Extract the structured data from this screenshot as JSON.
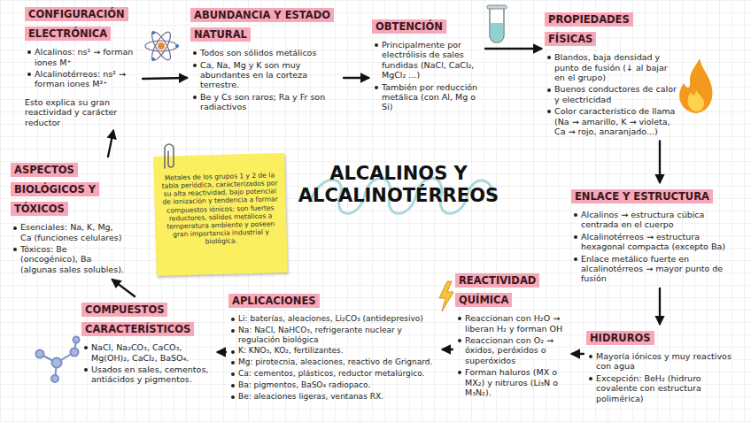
{
  "diagram": {
    "title": "ALCALINOS Y ALCALINOTÉRREOS",
    "nodes": [
      {
        "text": [
          "CONFIGURACIÓN ELECTRÓNICA",
          "Alcalinos: ns¹ → forman iones M⁺",
          "Alcalinotérreos: ns² → forman iones M²⁺",
          "Esto explica su gran reactividad y carácter reductor"
        ]
      },
      {
        "text": [
          "ABUNDANCIA Y ESTADO NATURAL",
          "Todos son sólidos metálicos",
          "Ca, Na, Mg y K son muy abundantes en la corteza terrestre.",
          "Be y Cs son raros; Ra y Fr son radiactivos"
        ]
      },
      {
        "text": [
          "OBTENCIÓN",
          "Principalmente por electrólisis de sales fundidas (NaCl, CaCl₂, MgCl₂ ...)",
          "También por reducción metálica (con Al, Mg o Si)"
        ]
      },
      {
        "text": [
          "PROPIEDADES FÍSICAS",
          "Blandos, baja densidad y punto de fusión (↓ al bajar en el grupo)",
          "Buenos conductores de calor y electricidad",
          "Color característico de llama (Na → amarillo, K → violeta, Ca → rojo, anaranjado...)"
        ]
      },
      {
        "text": [
          "ENLACE Y ESTRUCTURA",
          "Alcalinos → estructura cúbica centrada en el cuerpo",
          "Alcalinotérreos → estructura hexagonal compacta (excepto Ba)",
          "Enlace metálico fuerte en alcalinotérreos → mayor punto de fusión"
        ]
      },
      {
        "text": [
          "HIDRUROS",
          "Mayoría iónicos y muy reactivos con agua",
          "Excepción: BeH₂ (hidruro covalente con estructura polimérica)"
        ]
      },
      {
        "text": [
          "REACTIVIDAD QUÍMICA",
          "Reaccionan con H₂O → liberan H₂ y forman OH",
          "Reaccionan con O₂ → óxidos, peróxidos o superóxidos",
          "Forman haluros (MX o MX₂) y nitruros (Li₃N o M₃N₂)."
        ]
      },
      {
        "text": [
          "APLICACIONES",
          "Li: baterías, aleaciones, Li₂CO₃ (antidepresivo)",
          "Na: NaCl, NaHCO₃, refrigerante nuclear y regulación biológica",
          "K: KNO₃, KO₂, fertilizantes.",
          "Mg: pirotecnia, aleaciones, reactivo de Grignard.",
          "Ca: cementos, plásticos, reductor metalúrgico.",
          "Ba: pigmentos, BaSO₄ radiopaco.",
          "Be: aleaciones ligeras, ventanas RX."
        ]
      },
      {
        "text": [
          "COMPUESTOS CARACTERÍSTICOS",
          "NaCl, Na₂CO₃, CaCO₃, Mg(OH)₂, CaCl₂, BaSO₄.",
          "Usados en sales, cementos, antiácidos y pigmentos."
        ]
      },
      {
        "text": [
          "ASPECTOS BIOLÓGICOS Y TÓXICOS",
          "Esenciales: Na, K, Mg, Ca (funciones celulares)",
          "Tóxicos: Be (oncogénico), Ba (algunas sales solubles)."
        ]
      },
      {
        "text": [
          "Metales de los grupos 1 y 2 de la tabla periódica, caracterizados por su alta reactividad, bajo potencial de ionización y tendencia a formar compuestos iónicos; son fuertes reductores, sólidos metálicos a temperatura ambiente y poseen gran importancia industrial y biológica."
        ]
      }
    ],
    "edges": [
      {
        "from": 0,
        "to": 1,
        "arrow": "to"
      },
      {
        "from": 1,
        "to": 2,
        "arrow": "to"
      },
      {
        "from": 2,
        "to": 3,
        "arrow": "to"
      },
      {
        "from": 3,
        "to": 4,
        "arrow": "to"
      },
      {
        "from": 4,
        "to": 5,
        "arrow": "to"
      },
      {
        "from": 5,
        "to": 6,
        "arrow": "to"
      },
      {
        "from": 6,
        "to": 7,
        "arrow": "to"
      },
      {
        "from": 7,
        "to": 8,
        "arrow": "to"
      },
      {
        "from": 8,
        "to": 9,
        "arrow": "to"
      },
      {
        "from": 9,
        "to": 0,
        "arrow": "to"
      }
    ]
  }
}
